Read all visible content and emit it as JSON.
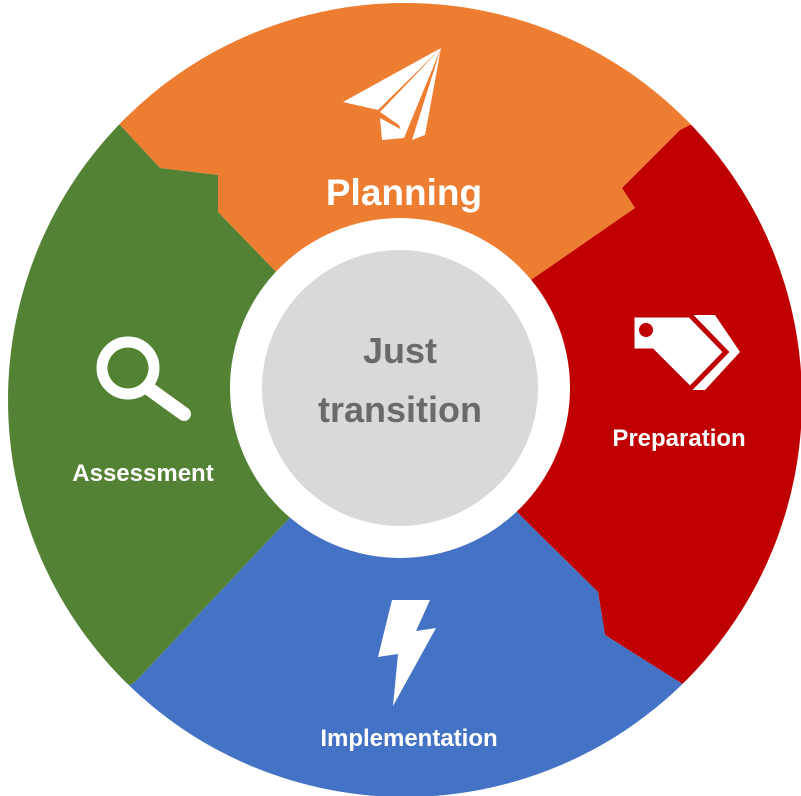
{
  "center": {
    "line1": "Just",
    "line2": "transition",
    "fill": "#d9d9d9",
    "text_color": "#6a6a6a"
  },
  "segments": [
    {
      "label": "Planning",
      "color": "#ed7d31",
      "icon": "paper-plane-icon"
    },
    {
      "label": "Preparation",
      "color": "#c00000",
      "icon": "tags-icon"
    },
    {
      "label": "Implementation",
      "color": "#4472c4",
      "icon": "lightning-bolt-icon"
    },
    {
      "label": "Assessment",
      "color": "#548235",
      "icon": "magnifier-icon"
    }
  ]
}
